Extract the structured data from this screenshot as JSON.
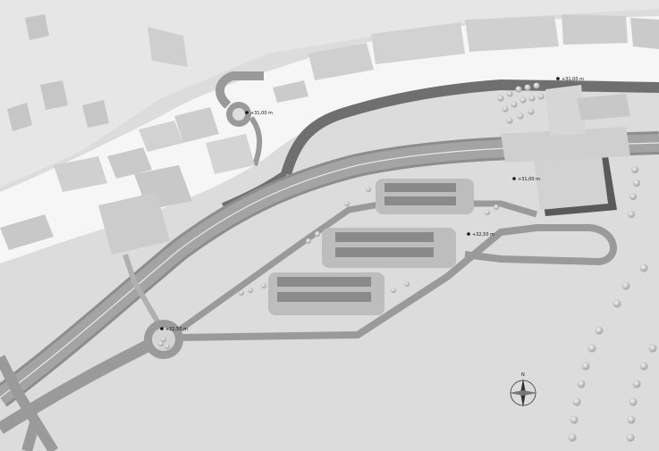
{
  "elevation_markers": [
    {
      "id": "roundabout-north",
      "text": "+31,00 m"
    },
    {
      "id": "hotel-upper",
      "text": "+31,00 m"
    },
    {
      "id": "hotel-entrance",
      "text": "+31,00 m"
    },
    {
      "id": "parking-center",
      "text": "+32,50 m"
    },
    {
      "id": "roundabout-south",
      "text": "+22,50 m"
    }
  ],
  "compass": {
    "north_letter": "N"
  },
  "colors": {
    "ground": "#dcdcdc",
    "river": "#6f6f6f",
    "road": "#9a9a9a",
    "building_top": "#d2d2d2",
    "building_shadow": "#5a5a5a",
    "white_band": "#f6f6f6"
  }
}
